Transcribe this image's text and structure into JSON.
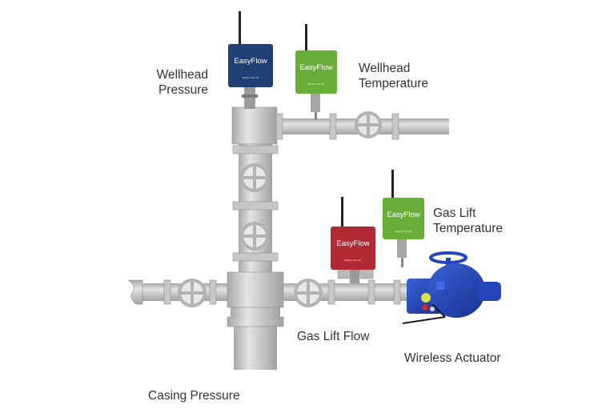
{
  "labels": {
    "wellhead_pressure": [
      "Wellhead",
      "Pressure"
    ],
    "wellhead_temperature": [
      "Wellhead",
      "Temperature"
    ],
    "gas_lift_temperature": [
      "Gas Lift",
      "Temperature"
    ],
    "gas_lift_flow": "Gas Lift Flow",
    "wireless_actuator": "Wireless Actuator",
    "casing_pressure": "Casing Pressure"
  },
  "device_brand": "EasyFlow",
  "device_subtext": "Made in the UK",
  "colors": {
    "pipe": "#c9c9c9",
    "pipe_dark": "#9e9e9e",
    "wellhead_pressure_device": "#1f3f73",
    "temperature_device": "#6aae3a",
    "gas_lift_flow_device": "#b22a35",
    "actuator": "#2546b8"
  }
}
